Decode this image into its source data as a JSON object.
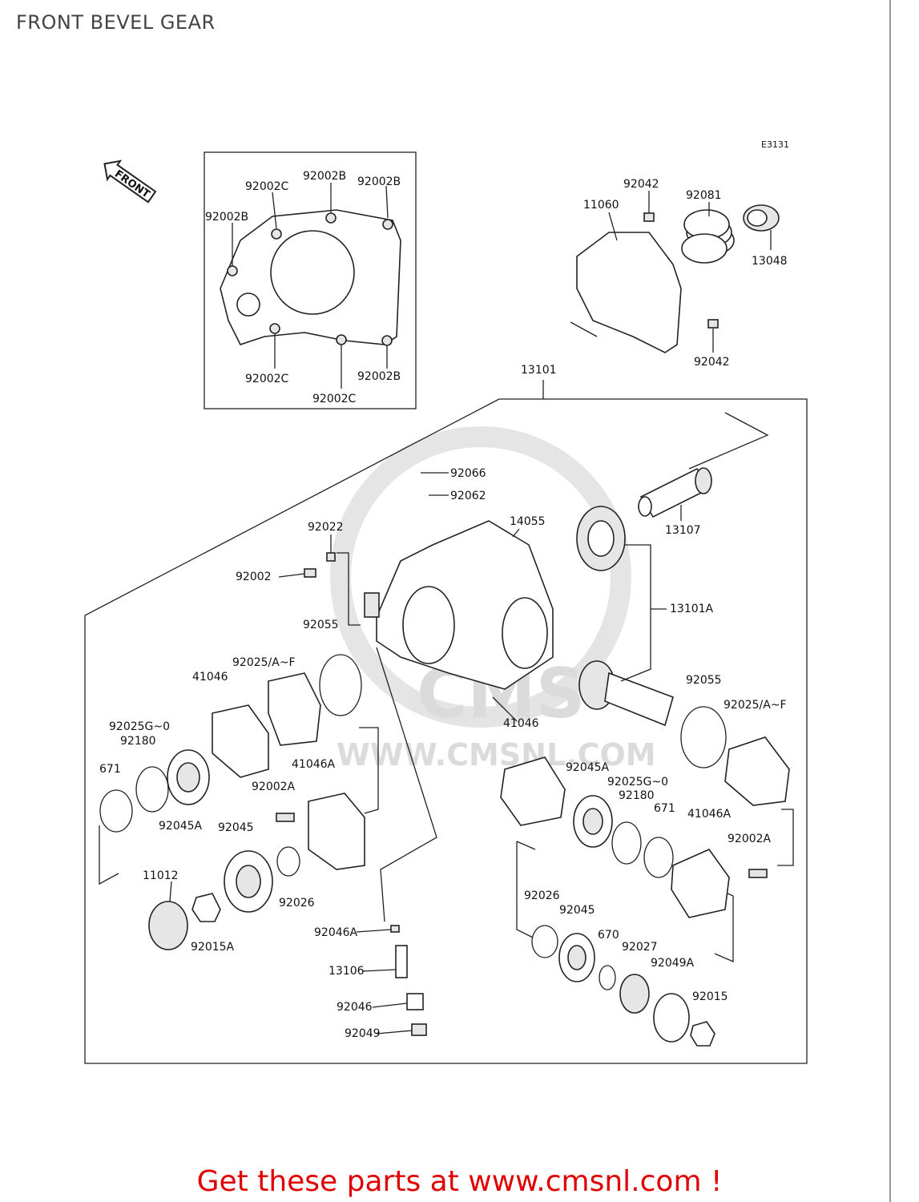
{
  "page": {
    "title": "FRONT BEVEL GEAR",
    "code": "E3131",
    "front_label": "FRONT",
    "footer": "Get these parts at www.cmsnl.com !"
  },
  "watermark": {
    "brand": "CMS",
    "url": "WWW.CMSNL.COM"
  },
  "parts": [
    {
      "id": "p01",
      "no": "92002C"
    },
    {
      "id": "p02",
      "no": "92002B"
    },
    {
      "id": "p03",
      "no": "92002B"
    },
    {
      "id": "p04",
      "no": "92002B"
    },
    {
      "id": "p05",
      "no": "92002C"
    },
    {
      "id": "p06",
      "no": "92002B"
    },
    {
      "id": "p07",
      "no": "92002C"
    },
    {
      "id": "p08",
      "no": "92042"
    },
    {
      "id": "p09",
      "no": "11060"
    },
    {
      "id": "p10",
      "no": "92081"
    },
    {
      "id": "p11",
      "no": "13048"
    },
    {
      "id": "p12",
      "no": "92042"
    },
    {
      "id": "p13",
      "no": "13101"
    },
    {
      "id": "p14",
      "no": "92066"
    },
    {
      "id": "p15",
      "no": "92062"
    },
    {
      "id": "p16",
      "no": "14055"
    },
    {
      "id": "p17",
      "no": "92022"
    },
    {
      "id": "p18",
      "no": "13107"
    },
    {
      "id": "p19",
      "no": "92002"
    },
    {
      "id": "p20",
      "no": "13101A"
    },
    {
      "id": "p21",
      "no": "92055"
    },
    {
      "id": "p22",
      "no": "92025/A~F"
    },
    {
      "id": "p23",
      "no": "41046"
    },
    {
      "id": "p24",
      "no": "92055"
    },
    {
      "id": "p25",
      "no": "92025G~0"
    },
    {
      "id": "p26",
      "no": "92180"
    },
    {
      "id": "p27",
      "no": "92025/A~F"
    },
    {
      "id": "p28",
      "no": "41046"
    },
    {
      "id": "p29",
      "no": "41046A"
    },
    {
      "id": "p30",
      "no": "671"
    },
    {
      "id": "p31",
      "no": "92002A"
    },
    {
      "id": "p32",
      "no": "92045A"
    },
    {
      "id": "p33",
      "no": "92025G~0"
    },
    {
      "id": "p34",
      "no": "92180"
    },
    {
      "id": "p35",
      "no": "92045A"
    },
    {
      "id": "p36",
      "no": "92045"
    },
    {
      "id": "p37",
      "no": "671"
    },
    {
      "id": "p38",
      "no": "41046A"
    },
    {
      "id": "p39",
      "no": "92002A"
    },
    {
      "id": "p40",
      "no": "11012"
    },
    {
      "id": "p41",
      "no": "92026"
    },
    {
      "id": "p42",
      "no": "92026"
    },
    {
      "id": "p43",
      "no": "92045"
    },
    {
      "id": "p44",
      "no": "92015A"
    },
    {
      "id": "p45",
      "no": "92046A"
    },
    {
      "id": "p46",
      "no": "670"
    },
    {
      "id": "p47",
      "no": "92027"
    },
    {
      "id": "p48",
      "no": "92049A"
    },
    {
      "id": "p49",
      "no": "13106"
    },
    {
      "id": "p50",
      "no": "92015"
    },
    {
      "id": "p51",
      "no": "92046"
    },
    {
      "id": "p52",
      "no": "92049"
    }
  ]
}
